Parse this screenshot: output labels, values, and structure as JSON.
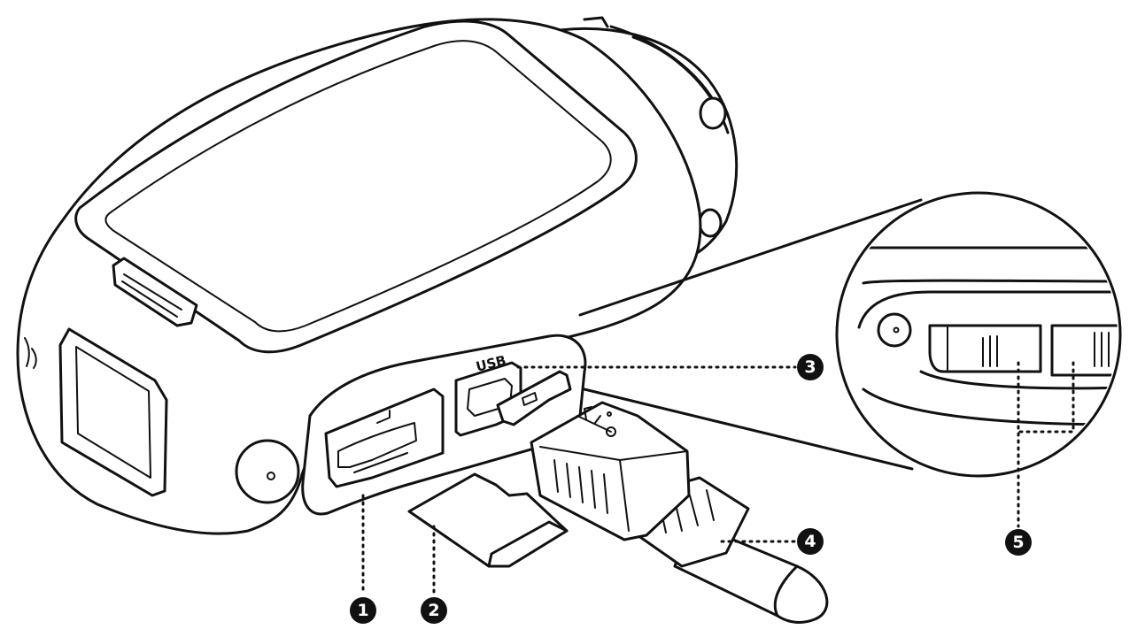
{
  "callouts": [
    {
      "id": "1",
      "label": "1"
    },
    {
      "id": "2",
      "label": "2"
    },
    {
      "id": "3",
      "label": "3"
    },
    {
      "id": "4",
      "label": "4"
    },
    {
      "id": "5",
      "label": "5"
    }
  ],
  "port_label": "USB",
  "colors": {
    "ink": "#111111",
    "paper": "#ffffff"
  }
}
